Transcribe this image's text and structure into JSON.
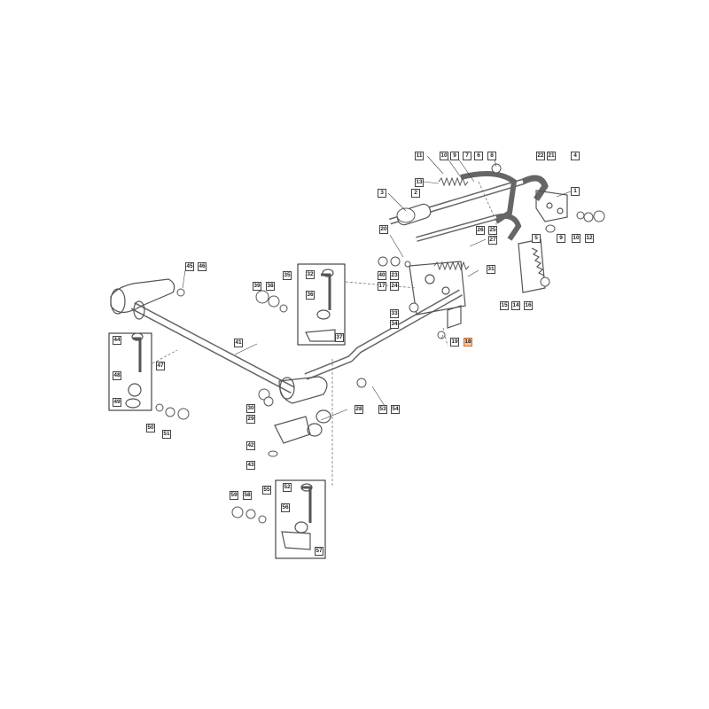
{
  "callouts": [
    {
      "label": "11"
    },
    {
      "label": "10"
    },
    {
      "label": "9"
    },
    {
      "label": "7"
    },
    {
      "label": "6"
    },
    {
      "label": "8"
    },
    {
      "label": "22"
    },
    {
      "label": "21"
    },
    {
      "label": "4"
    },
    {
      "label": "3"
    },
    {
      "label": "2"
    },
    {
      "label": "13"
    },
    {
      "label": "1"
    },
    {
      "label": "9"
    },
    {
      "label": "10"
    },
    {
      "label": "12"
    },
    {
      "label": "20"
    },
    {
      "label": "26"
    },
    {
      "label": "25"
    },
    {
      "label": "27"
    },
    {
      "label": "5"
    },
    {
      "label": "45"
    },
    {
      "label": "46"
    },
    {
      "label": "35"
    },
    {
      "label": "32"
    },
    {
      "label": "39"
    },
    {
      "label": "38"
    },
    {
      "label": "36"
    },
    {
      "label": "40"
    },
    {
      "label": "23"
    },
    {
      "label": "24"
    },
    {
      "label": "17"
    },
    {
      "label": "31"
    },
    {
      "label": "15"
    },
    {
      "label": "14"
    },
    {
      "label": "16"
    },
    {
      "label": "33"
    },
    {
      "label": "34"
    },
    {
      "label": "37"
    },
    {
      "label": "19"
    },
    {
      "label": "18",
      "highlight": true
    },
    {
      "label": "41"
    },
    {
      "label": "44"
    },
    {
      "label": "47"
    },
    {
      "label": "48"
    },
    {
      "label": "49"
    },
    {
      "label": "30"
    },
    {
      "label": "29"
    },
    {
      "label": "28"
    },
    {
      "label": "53"
    },
    {
      "label": "54"
    },
    {
      "label": "50"
    },
    {
      "label": "51"
    },
    {
      "label": "42"
    },
    {
      "label": "43"
    },
    {
      "label": "59"
    },
    {
      "label": "58"
    },
    {
      "label": "55"
    },
    {
      "label": "52"
    },
    {
      "label": "56"
    },
    {
      "label": "57"
    }
  ]
}
